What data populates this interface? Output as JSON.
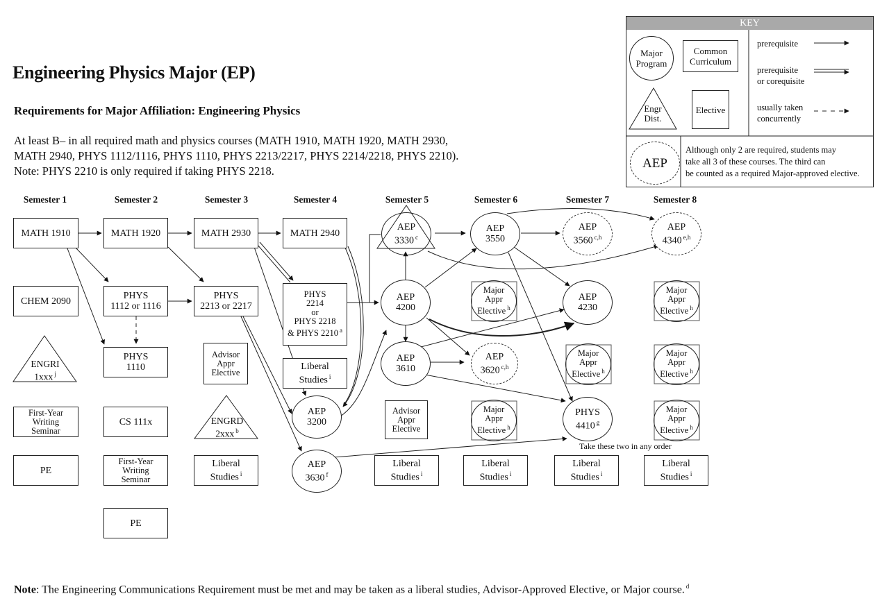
{
  "title": "Engineering Physics Major (EP)",
  "subtitle": "Requirements for Major Affiliation:  Engineering Physics",
  "intro": [
    "At least B– in all required math and physics courses (MATH 1910, MATH 1920, MATH 2930,",
    "MATH 2940, PHYS 1112/1116, PHYS 1110, PHYS 2213/2217, PHYS 2214/2218, PHYS 2210).",
    "Note: PHYS 2210 is only required if taking PHYS 2218."
  ],
  "semesters": [
    "Semester 1",
    "Semester 2",
    "Semester 3",
    "Semester 4",
    "Semester 5",
    "Semester 6",
    "Semester 7",
    "Semester 8"
  ],
  "key": {
    "heading": "KEY",
    "major_program": [
      "Major",
      "Program"
    ],
    "common_curriculum": [
      "Common",
      "Curriculum"
    ],
    "engr_dist": [
      "Engr",
      "Dist."
    ],
    "elective": "Elective",
    "prerequisite": "prerequisite",
    "prereq_or_coreq": [
      "prerequisite",
      "or corequisite"
    ],
    "usually_concurrent": [
      "usually taken",
      "concurrently"
    ],
    "aep_label": "AEP",
    "aep_note": [
      "Although only 2 are required, students may",
      "take all 3 of these courses. The third can",
      "be counted as a required Major-approved elective."
    ]
  },
  "courses": {
    "math1910": "MATH 1910",
    "chem2090": "CHEM 2090",
    "engri": [
      "ENGRI",
      "1xxx"
    ],
    "engri_sup": "j",
    "fyws1": [
      "First-Year",
      "Writing",
      "Seminar"
    ],
    "pe1": "PE",
    "math1920": "MATH 1920",
    "phys1112": [
      "PHYS",
      "1112 or 1116"
    ],
    "phys1110": [
      "PHYS",
      "1110"
    ],
    "cs111x": "CS 111x",
    "fyws2": [
      "First-Year",
      "Writing",
      "Seminar"
    ],
    "pe2": "PE",
    "math2930": "MATH 2930",
    "phys2213": [
      "PHYS",
      "2213 or 2217"
    ],
    "advisor3": [
      "Advisor",
      "Appr",
      "Elective"
    ],
    "engrd": [
      "ENGRD",
      "2xxx"
    ],
    "engrd_sup": "b",
    "liberal3": [
      "Liberal",
      "Studies"
    ],
    "liberal_sup": "i",
    "math2940": "MATH 2940",
    "phys2214": [
      "PHYS",
      "2214",
      "or",
      "PHYS 2218",
      "& PHYS 2210"
    ],
    "phys2214_sup": "a",
    "liberal4": [
      "Liberal",
      "Studies"
    ],
    "aep3200": [
      "AEP",
      "3200"
    ],
    "aep3630": [
      "AEP",
      "3630"
    ],
    "aep3630_sup": "f",
    "aep3330": [
      "AEP",
      "3330"
    ],
    "aep3330_sup": "c",
    "aep4200": [
      "AEP",
      "4200"
    ],
    "aep3610": [
      "AEP",
      "3610"
    ],
    "advisor5": [
      "Advisor",
      "Appr",
      "Elective"
    ],
    "liberal5": [
      "Liberal",
      "Studies"
    ],
    "aep3550": [
      "AEP",
      "3550"
    ],
    "major_appr6a": [
      "Major",
      "Appr",
      "Elective"
    ],
    "major_sup": "h",
    "aep3620": [
      "AEP",
      "3620"
    ],
    "aep3620_sup": "c,h",
    "major_appr6b": [
      "Major",
      "Appr",
      "Elective"
    ],
    "liberal6": [
      "Liberal",
      "Studies"
    ],
    "aep3560": [
      "AEP",
      "3560"
    ],
    "aep3560_sup": "c,h",
    "aep4230": [
      "AEP",
      "4230"
    ],
    "major_appr7": [
      "Major",
      "Appr",
      "Elective"
    ],
    "phys4410": [
      "PHYS",
      "4410"
    ],
    "phys4410_sup": "g",
    "liberal7": [
      "Liberal",
      "Studies"
    ],
    "aep4340": [
      "AEP",
      "4340"
    ],
    "aep4340_sup": "e,h",
    "major_appr8a": [
      "Major",
      "Appr",
      "Elective"
    ],
    "major_appr8b": [
      "Major",
      "Appr",
      "Elective"
    ],
    "major_appr8c": [
      "Major",
      "Appr",
      "Elective"
    ],
    "liberal8": [
      "Liberal",
      "Studies"
    ]
  },
  "order_note": "Take these two in any order",
  "note_label": "Note",
  "note_text": ": The Engineering Communications Requirement must be met and may be taken as a liberal studies, Advisor-Approved Elective, or Major course.",
  "note_sup": "d"
}
